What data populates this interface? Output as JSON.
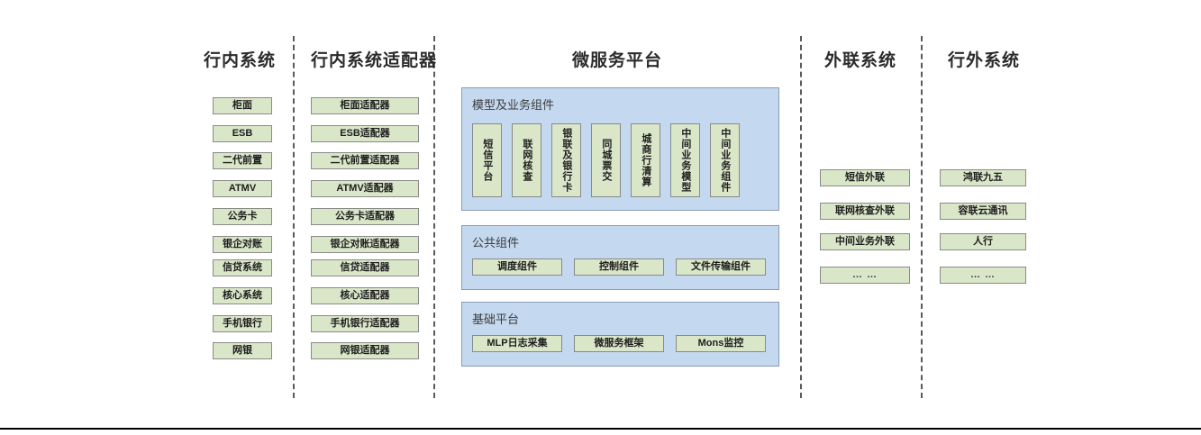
{
  "columns": [
    {
      "key": "inbank",
      "title": "行内系统",
      "items": [
        "柜面",
        "ESB",
        "二代前置",
        "ATMV",
        "公务卡",
        "银企对账",
        "信贷系统",
        "核心系统",
        "手机银行",
        "网银"
      ]
    },
    {
      "key": "adapter",
      "title": "行内系统适配器",
      "items": [
        "柜面适配器",
        "ESB适配器",
        "二代前置适配器",
        "ATMV适配器",
        "公务卡适配器",
        "银企对账适配器",
        "信贷适配器",
        "核心适配器",
        "手机银行适配器",
        "网银适配器"
      ]
    },
    {
      "key": "platform",
      "title": "微服务平台"
    },
    {
      "key": "outlink",
      "title": "外联系统",
      "items": [
        "短信外联",
        "联网核查外联",
        "中间业务外联",
        "… …"
      ]
    },
    {
      "key": "external",
      "title": "行外系统",
      "items": [
        "鸿联九五",
        "容联云通讯",
        "人行",
        "… …"
      ]
    }
  ],
  "platform": {
    "panels": [
      {
        "key": "model-business",
        "title": "模型及业务组件",
        "orientation": "vertical",
        "items": [
          "短信平台",
          "联网核查",
          "银联及银行卡",
          "同城票交",
          "城商行清算",
          "中间业务模型",
          "中间业务组件"
        ]
      },
      {
        "key": "public-components",
        "title": "公共组件",
        "orientation": "horizontal",
        "items": [
          "调度组件",
          "控制组件",
          "文件传输组件"
        ]
      },
      {
        "key": "base-platform",
        "title": "基础平台",
        "orientation": "horizontal",
        "items": [
          "MLP日志采集",
          "微服务框架",
          "Mons监控"
        ]
      }
    ]
  },
  "colors": {
    "node_fill": "#d9e6c8",
    "node_border": "#8a8a8a",
    "panel_fill": "#c4d8ef",
    "panel_border": "#8a9cb0",
    "divider": "#5a5a5a",
    "text": "#1e1e1e"
  }
}
